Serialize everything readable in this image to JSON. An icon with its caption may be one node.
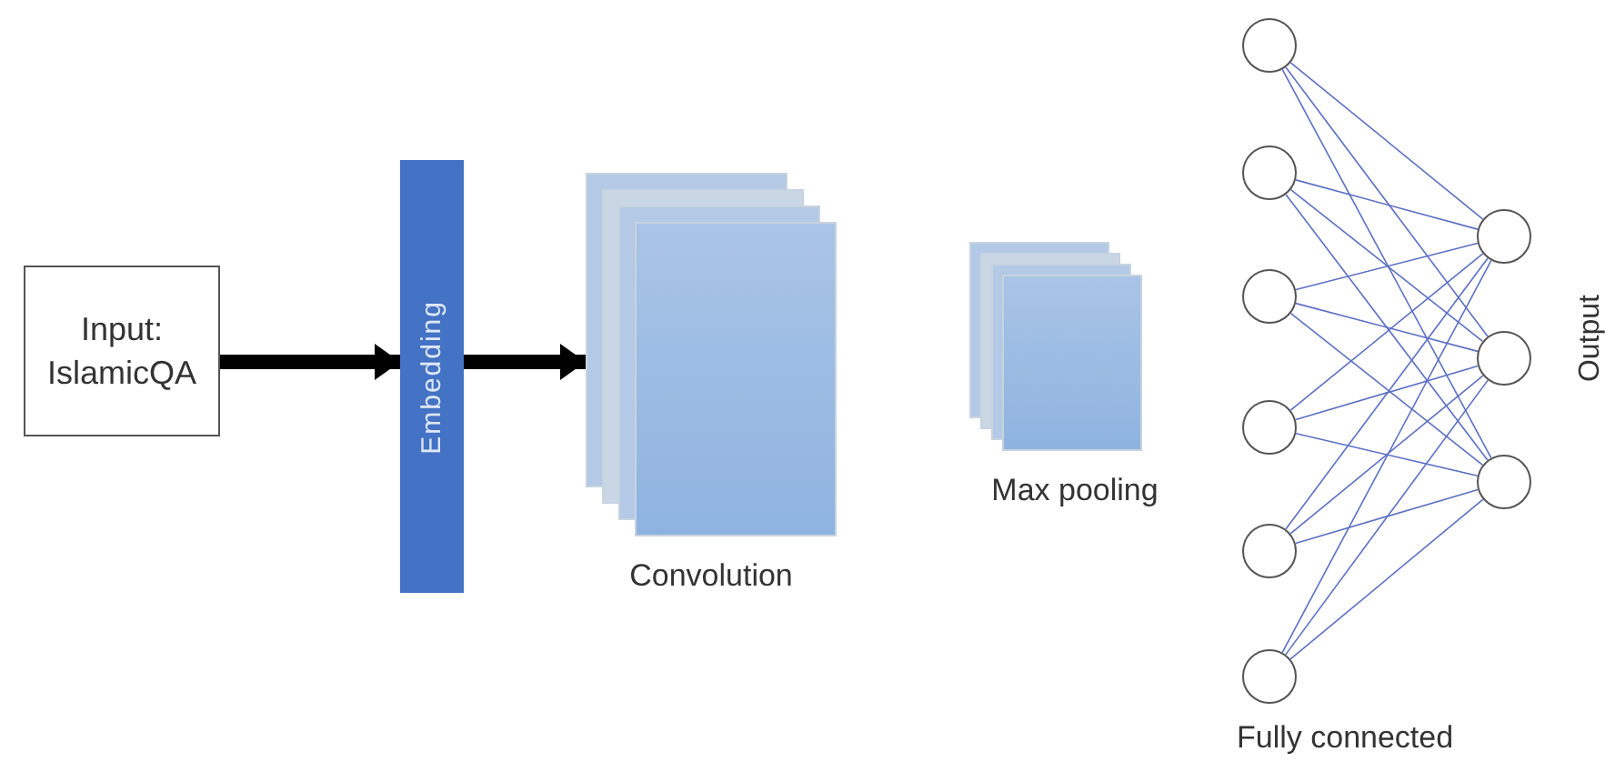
{
  "diagram": {
    "nodes": [
      {
        "text": [
          "Input: IslamicQA"
        ]
      },
      {
        "text": [
          "Embedding"
        ]
      },
      {
        "text": [
          "Convolution"
        ]
      },
      {
        "text": [
          "Max pooling"
        ]
      },
      {
        "text": [],
        "shape": "circle"
      },
      {
        "text": [],
        "shape": "circle"
      },
      {
        "text": [],
        "shape": "circle"
      },
      {
        "text": [],
        "shape": "circle"
      },
      {
        "text": [],
        "shape": "circle"
      },
      {
        "text": [],
        "shape": "circle"
      },
      {
        "text": [],
        "shape": "circle"
      },
      {
        "text": [],
        "shape": "circle"
      },
      {
        "text": [],
        "shape": "circle"
      }
    ],
    "edges": [
      {
        "from": 0,
        "to": 1,
        "arrow": "to",
        "style": "thick",
        "color": "#000000"
      },
      {
        "from": 1,
        "to": 2,
        "arrow": "to",
        "style": "thick",
        "color": "#000000"
      },
      {
        "from": 4,
        "to": 10,
        "arrow": "none"
      },
      {
        "from": 4,
        "to": 11,
        "arrow": "none"
      },
      {
        "from": 4,
        "to": 12,
        "arrow": "none"
      },
      {
        "from": 5,
        "to": 10,
        "arrow": "none"
      },
      {
        "from": 5,
        "to": 11,
        "arrow": "none"
      },
      {
        "from": 5,
        "to": 12,
        "arrow": "none"
      },
      {
        "from": 6,
        "to": 10,
        "arrow": "none"
      },
      {
        "from": 6,
        "to": 11,
        "arrow": "none"
      },
      {
        "from": 6,
        "to": 12,
        "arrow": "none"
      },
      {
        "from": 7,
        "to": 10,
        "arrow": "none"
      },
      {
        "from": 7,
        "to": 11,
        "arrow": "none"
      },
      {
        "from": 7,
        "to": 12,
        "arrow": "none"
      },
      {
        "from": 8,
        "to": 10,
        "arrow": "none"
      },
      {
        "from": 8,
        "to": 11,
        "arrow": "none"
      },
      {
        "from": 8,
        "to": 12,
        "arrow": "none"
      },
      {
        "from": 9,
        "to": 10,
        "arrow": "none"
      },
      {
        "from": 9,
        "to": 11,
        "arrow": "none"
      },
      {
        "from": 9,
        "to": 12,
        "arrow": "none"
      }
    ],
    "labels": [
      "Output",
      "Fully connected"
    ]
  }
}
